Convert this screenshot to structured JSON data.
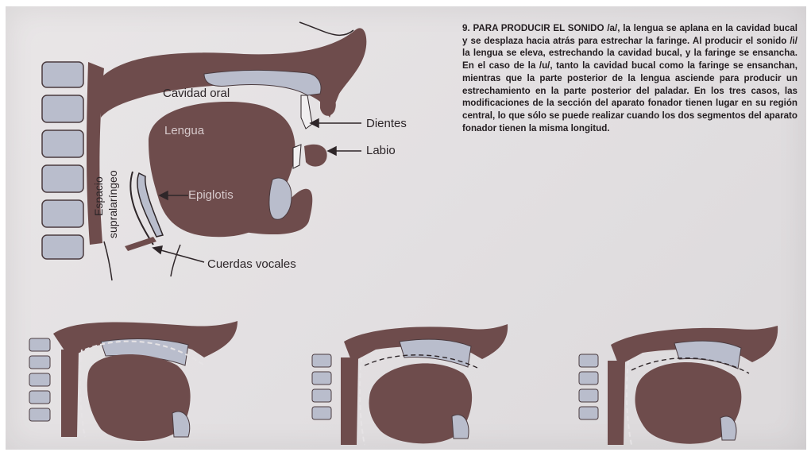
{
  "caption": "9. PARA PRODUCIR EL SONIDO /a/, la lengua se aplana en la cavidad bucal y se desplaza hacia atrás para estrechar la faringe. Al producir el sonido /i/ la lengua se eleva, estrechando la cavidad bucal, y la faringe se ensancha. En el caso de la /u/, tanto la cavidad bucal como la faringe se ensanchan, mientras que la parte posterior de la lengua asciende para producir un estrechamiento en la parte posterior del paladar. En los tres casos, las modificaciones de la sección del aparato fonador tienen lugar en su región central, lo que sólo se puede realizar cuando los dos segmentos del aparato fonador tienen la misma longitud.",
  "labels": {
    "cavidad_oral": "Cavidad oral",
    "lengua": "Lengua",
    "dientes": "Dientes",
    "labio": "Labio",
    "espacio": "Espacio",
    "supralaringeo": "supralaríngeo",
    "epiglotis": "Epiglotis",
    "cuerdas_vocales": "Cuerdas vocales"
  },
  "colors": {
    "tissue": "#6e4c4c",
    "tissue_light": "#a78c8e",
    "bone": "#b9bdcc",
    "paper": "#e6e3e5",
    "line": "#2e2629"
  }
}
